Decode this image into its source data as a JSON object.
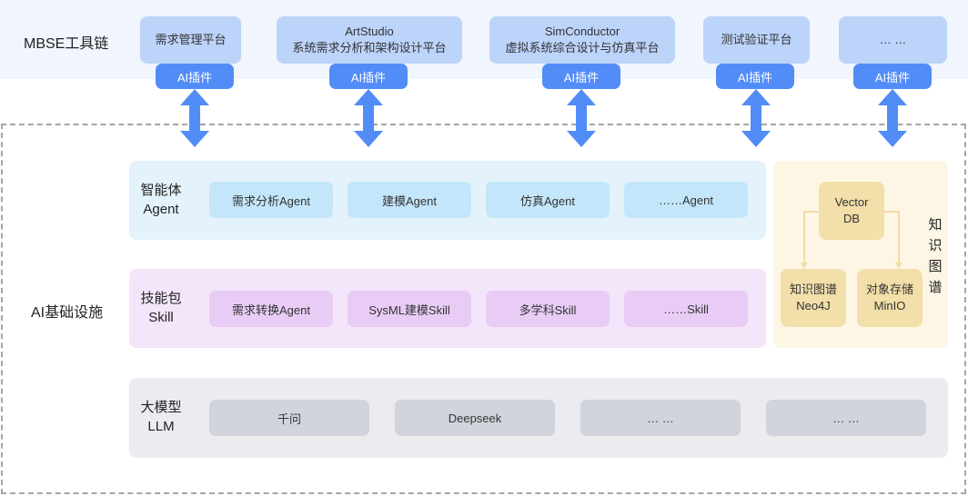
{
  "toolchain": {
    "label": "MBSE工具链",
    "tools": [
      {
        "line1": "需求管理平台",
        "line2": "",
        "plugin": "AI插件"
      },
      {
        "line1": "ArtStudio",
        "line2": "系统需求分析和架构设计平台",
        "plugin": "AI插件"
      },
      {
        "line1": "SimConductor",
        "line2": "虚拟系统综合设计与仿真平台",
        "plugin": "AI插件"
      },
      {
        "line1": "测试验证平台",
        "line2": "",
        "plugin": "AI插件"
      },
      {
        "line1": "… …",
        "line2": "",
        "plugin": "AI插件"
      }
    ]
  },
  "infrastructure": {
    "label": "AI基础设施",
    "agent_layer": {
      "title_line1": "智能体",
      "title_line2": "Agent",
      "items": [
        "需求分析Agent",
        "建模Agent",
        "仿真Agent",
        "……Agent"
      ]
    },
    "skill_layer": {
      "title_line1": "技能包",
      "title_line2": "Skill",
      "items": [
        "需求转换Agent",
        "SysML建模Skill",
        "多学科Skill",
        "……Skill"
      ]
    },
    "llm_layer": {
      "title_line1": "大模型",
      "title_line2": "LLM",
      "items": [
        "千问",
        "Deepseek",
        "… …",
        "… …"
      ]
    },
    "knowledge_graph": {
      "title": "知识图谱",
      "vector_db": {
        "line1": "Vector",
        "line2": "DB"
      },
      "graph_db": {
        "line1": "知识图谱",
        "line2": "Neo4J"
      },
      "object_store": {
        "line1": "对象存储",
        "line2": "MinIO"
      }
    }
  },
  "colors": {
    "plugin_blue": "#528cf7",
    "tool_box": "#bcd3fa",
    "agent_chip": "#c3e6fa",
    "skill_chip": "#e8ccf5",
    "llm_chip": "#d2d4dd",
    "kg_box": "#f2dfa9"
  }
}
